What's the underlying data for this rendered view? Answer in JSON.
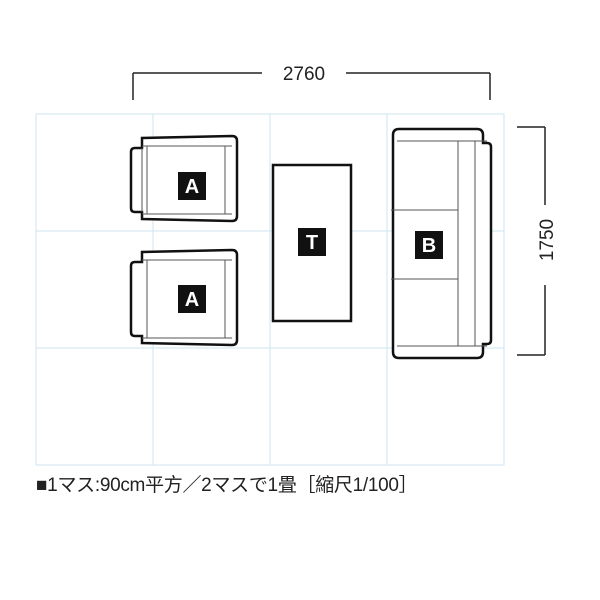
{
  "dimensions": {
    "width": "2760",
    "depth": "1750"
  },
  "items": [
    {
      "label": "A",
      "kind": "armchair"
    },
    {
      "label": "A",
      "kind": "armchair"
    },
    {
      "label": "T",
      "kind": "table"
    },
    {
      "label": "B",
      "kind": "sofa"
    }
  ],
  "caption": "■1マス:90cm平方／2マスで1畳［縮尺1/100］",
  "colors": {
    "grid": "#cfe6f2",
    "furniture_outline": "#111111",
    "furniture_inner": "#555555",
    "label_bg": "#111111"
  }
}
